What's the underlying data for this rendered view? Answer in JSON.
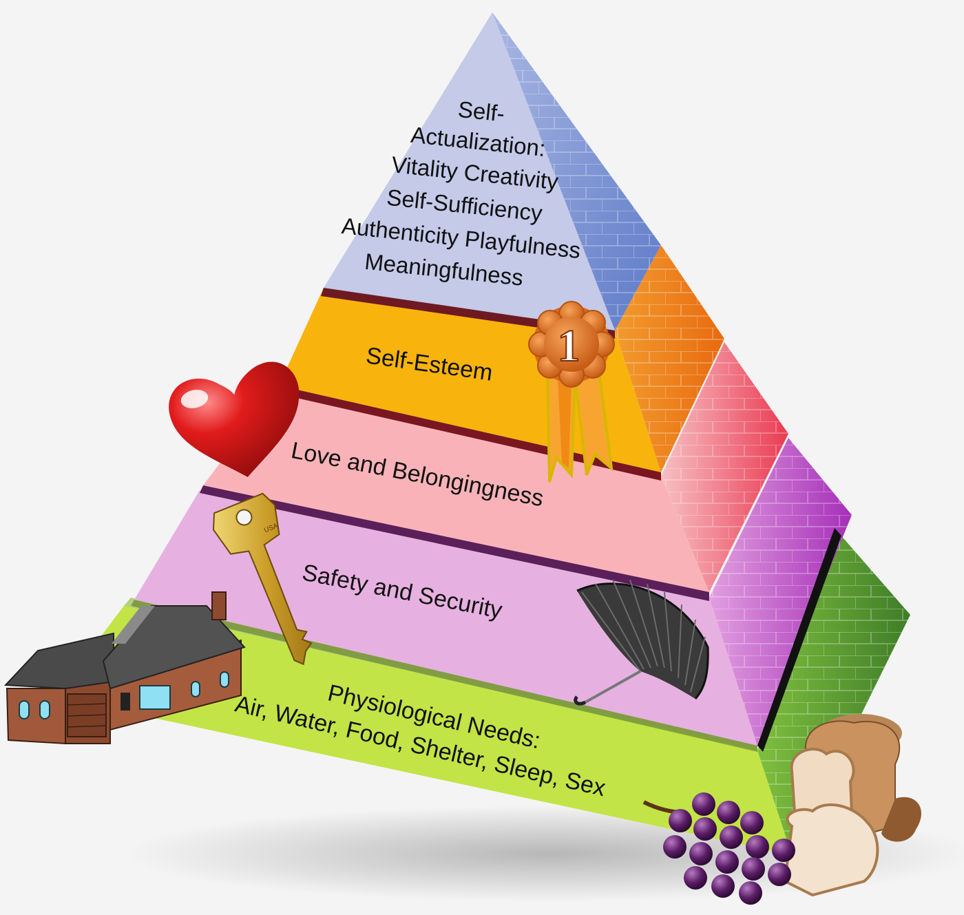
{
  "levels": [
    {
      "id": "self-actualization",
      "lines": [
        "Self-",
        "Actualization:",
        "Vitality Creativity",
        "Self-Sufficiency",
        "Authenticity Playfulness",
        "Meaningfulness"
      ],
      "color_front": "#c3c9e6",
      "color_side": "#8a9ed6",
      "icon": "award-ribbon-icon"
    },
    {
      "id": "self-esteem",
      "lines": [
        "Self-Esteem"
      ],
      "color_front": "#f7b20c",
      "color_side": "#ef7d1a",
      "icon": "award-ribbon-icon"
    },
    {
      "id": "love-and-belongingness",
      "lines": [
        "Love and Belongingness"
      ],
      "color_front": "#f8b1b6",
      "color_side": "#ee4a5e",
      "icon": "heart-icon"
    },
    {
      "id": "safety-and-security",
      "lines": [
        "Safety and Security"
      ],
      "color_front": "#e4aee0",
      "color_side": "#b54cc1",
      "icon": "key-icon"
    },
    {
      "id": "physiological-needs",
      "lines": [
        "Physiological Needs:",
        "Air, Water, Food, Shelter, Sleep, Sex"
      ],
      "color_front": "#bde33f",
      "color_side": "#5f9e36",
      "icon": "house-icon"
    }
  ],
  "ribbon_number": "1",
  "key_engraving": "USA"
}
